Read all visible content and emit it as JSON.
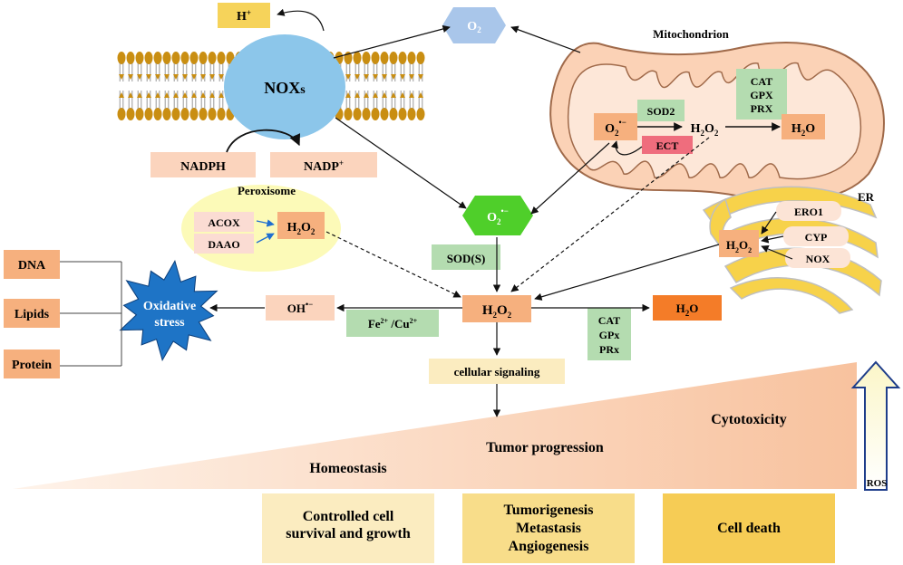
{
  "membrane": {
    "proton": "H",
    "proton_sup": "+",
    "enzyme": "NOX",
    "enzyme_suffix": "s",
    "nadph": "NADPH",
    "nadp": "NADP",
    "nadp_sup": "+"
  },
  "oxygen": {
    "base": "O",
    "sub": "2"
  },
  "mitochondrion": {
    "title": "Mitochondrion",
    "superoxide": {
      "base": "O",
      "sub": "2",
      "sup": "•−"
    },
    "sod": "SOD2",
    "h2o2": {
      "base": "H",
      "sub1": "2",
      "mid": "O",
      "sub2": "2"
    },
    "ect": "ECT",
    "antioxidants": [
      "CAT",
      "GPX",
      "PRX"
    ],
    "water": {
      "base": "H",
      "sub": "2",
      "tail": "O"
    }
  },
  "superoxide_main": {
    "base": "O",
    "sub": "2",
    "sup": "•−"
  },
  "peroxisome": {
    "title": "Peroxisome",
    "enzymes": [
      "ACOX",
      "DAAO"
    ],
    "h2o2": {
      "base": "H",
      "sub1": "2",
      "mid": "O",
      "sub2": "2"
    }
  },
  "er": {
    "title": "ER",
    "enzymes": [
      "ERO1",
      "CYP",
      "NOX"
    ],
    "h2o2": {
      "base": "H",
      "sub1": "2",
      "mid": "O",
      "sub2": "2"
    }
  },
  "center": {
    "sod": "SOD(S)",
    "h2o2": {
      "base": "H",
      "sub1": "2",
      "mid": "O",
      "sub2": "2"
    },
    "hydroxyl": {
      "base": "OH",
      "sup": "•−"
    },
    "metals": {
      "fe": "Fe",
      "fe_sup": "2+",
      "cu": " /Cu",
      "cu_sup": "2+"
    },
    "water": {
      "base": "H",
      "sub": "2",
      "tail": "O"
    },
    "antioxidants": [
      "CAT",
      "GPx",
      "PRx"
    ],
    "signaling": "cellular signaling"
  },
  "stress": {
    "label_line1": "Oxidative",
    "label_line2": "stress",
    "targets": [
      "DNA",
      "Lipids",
      "Protein"
    ]
  },
  "gradient": {
    "levels": [
      "Homeostasis",
      "Tumor progression",
      "Cytotoxicity"
    ],
    "ros_label": "ROS"
  },
  "outcomes": [
    {
      "lines": [
        "Controlled cell",
        "survival and growth"
      ],
      "color": "#fbecc0"
    },
    {
      "lines": [
        "Tumorigenesis",
        "Metastasis",
        "Angiogenesis"
      ],
      "color": "#f8dd8a"
    },
    {
      "lines": [
        "Cell death"
      ],
      "color": "#f6cc55"
    }
  ],
  "colors": {
    "orange_box": "#f6b07e",
    "pale_orange": "#fbd4bd",
    "green_box": "#b4dcb0",
    "red_box": "#ef6d7d",
    "blue_box": "#a9c6ea",
    "bright_green": "#4fcf2a",
    "dark_orange": "#f47c28",
    "nox_blue": "#8cc6ea",
    "star_blue": "#1e74c6",
    "lipid_gold": "#c98e12"
  }
}
